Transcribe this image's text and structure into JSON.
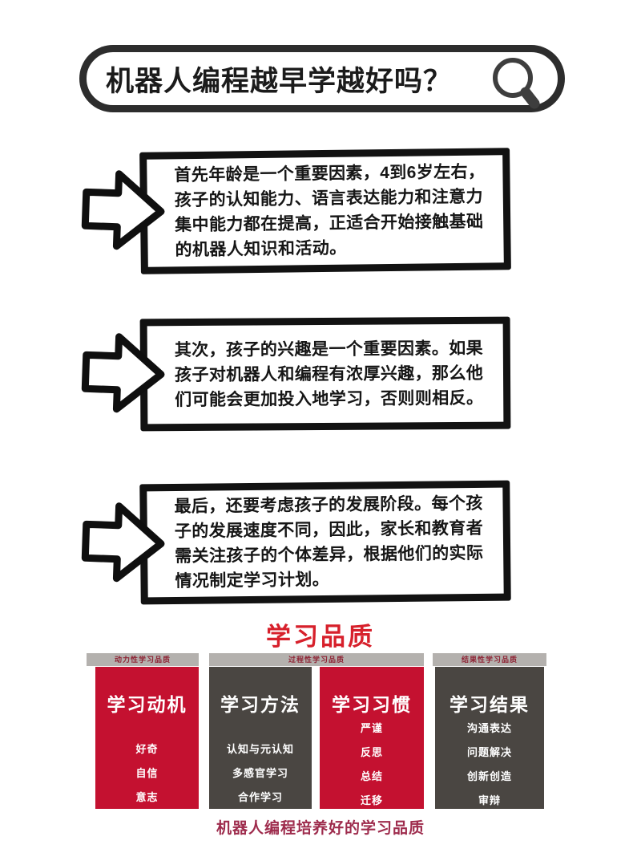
{
  "title": {
    "text": "机器人编程越早学越好吗？",
    "icon": "magnifier-icon"
  },
  "points": [
    {
      "text": "首先年龄是一个重要因素，4到6岁左右，孩子的认知能力、语言表达能力和注意力集中能力都在提高，正适合开始接触基础的机器人知识和活动。"
    },
    {
      "text": "其次，孩子的兴趣是一个重要因素。如果孩子对机器人和编程有浓厚兴趣，那么他们可能会更加投入地学习，否则则相反。"
    },
    {
      "text": "最后，还要考虑孩子的发展阶段。每个孩子的发展速度不同，因此，家长和教育者需关注孩子的个体差异，根据他们的实际情况制定学习计划。"
    }
  ],
  "chart": {
    "title": "学习品质",
    "caption": "机器人编程培养好的学习品质",
    "colors": {
      "accent_red": "#c41130",
      "dark_gray": "#4a4642",
      "header_bar_bg": "#b4b1ae",
      "header_bar_text": "#8e2233",
      "title_red": "#d7202b",
      "caption_red": "#9e2c4d",
      "outline_black": "#121212"
    },
    "groups": [
      {
        "header": "动力性学习品质",
        "columns": [
          {
            "title": "学习动机",
            "color": "red",
            "items": [
              "好奇",
              "自信",
              "意志"
            ]
          }
        ]
      },
      {
        "header": "过程性学习品质",
        "columns": [
          {
            "title": "学习方法",
            "color": "dark",
            "items": [
              "认知与元认知",
              "多感官学习",
              "合作学习"
            ]
          },
          {
            "title": "学习习惯",
            "color": "red",
            "items": [
              "严谨",
              "反思",
              "总结",
              "迁移"
            ]
          }
        ]
      },
      {
        "header": "结果性学习品质",
        "columns": [
          {
            "title": "学习结果",
            "color": "dark",
            "items": [
              "沟通表达",
              "问题解决",
              "创新创造",
              "审辩"
            ]
          }
        ]
      }
    ]
  }
}
